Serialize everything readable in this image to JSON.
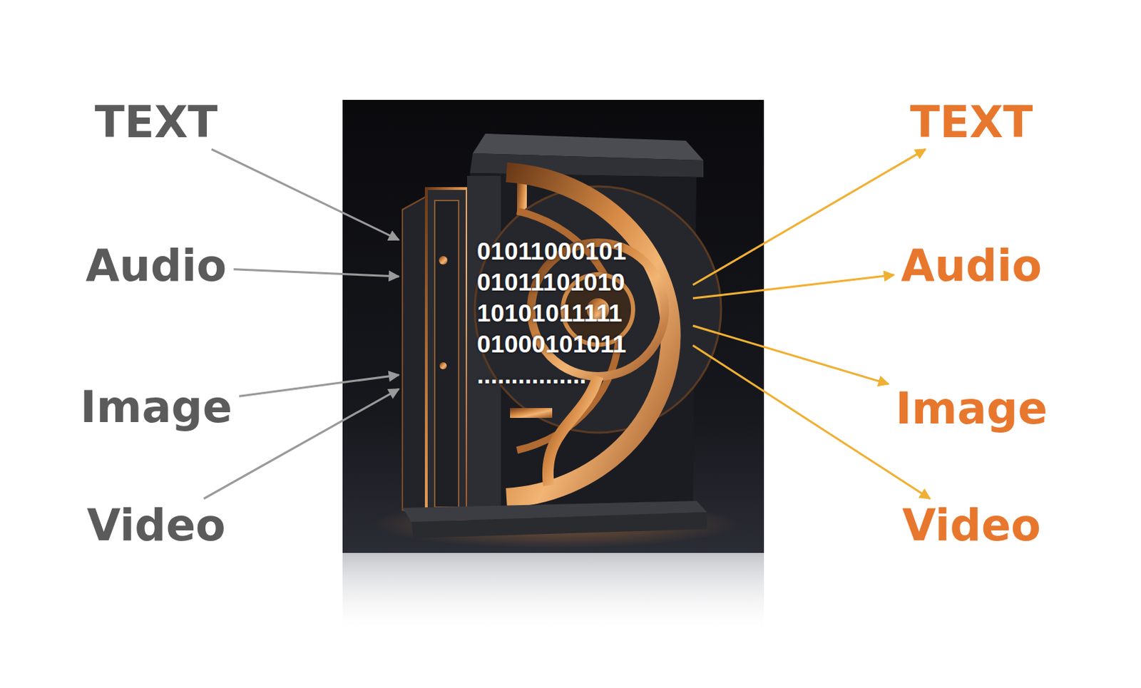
{
  "diagram": {
    "nodes": [
      {
        "text": [
          "TEXT"
        ]
      },
      {
        "text": [
          "Audio"
        ]
      },
      {
        "text": [
          "Image"
        ]
      },
      {
        "text": [
          "Video"
        ]
      },
      {
        "text": [
          "01011000101 01011101010 10101011111 01000101011 ................"
        ]
      },
      {
        "text": [
          "TEXT"
        ]
      },
      {
        "text": [
          "Audio"
        ]
      },
      {
        "text": [
          "Image"
        ]
      },
      {
        "text": [
          "Video"
        ]
      }
    ],
    "edges": [
      {
        "from": 0,
        "to": 4,
        "arrow": "to"
      },
      {
        "from": 1,
        "to": 4,
        "arrow": "to"
      },
      {
        "from": 2,
        "to": 4,
        "arrow": "to"
      },
      {
        "from": 3,
        "to": 4,
        "arrow": "to"
      },
      {
        "from": 4,
        "to": 5,
        "arrow": "to"
      },
      {
        "from": 4,
        "to": 6,
        "arrow": "to"
      },
      {
        "from": 4,
        "to": 7,
        "arrow": "to"
      },
      {
        "from": 4,
        "to": 8,
        "arrow": "to"
      }
    ]
  }
}
